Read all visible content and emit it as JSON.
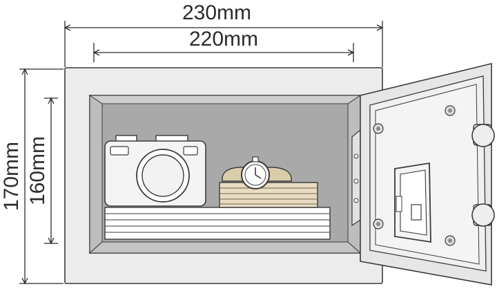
{
  "dimensions": {
    "outer_width": "230mm",
    "inner_width": "220mm",
    "outer_height": "170mm",
    "inner_height": "160mm"
  },
  "colors": {
    "line": "#2b2b2b",
    "safe_body": "#ececec",
    "interior": "#a9a9a9",
    "door": "#e6e6e6",
    "keypad": "#f4f4f4"
  },
  "contents": [
    "camera-icon",
    "watch-icon",
    "banknote-stack",
    "document-stack"
  ]
}
